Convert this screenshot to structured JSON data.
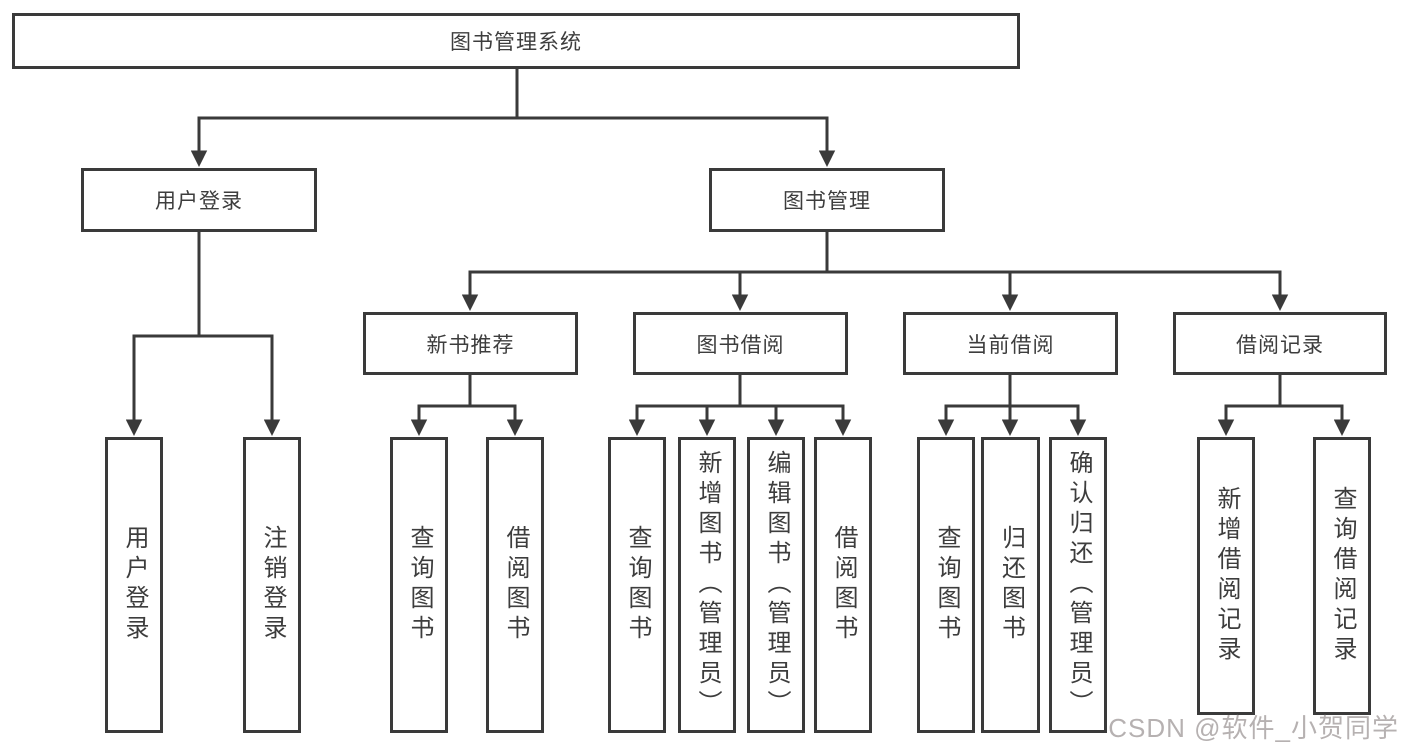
{
  "diagram_title": "图书管理系统",
  "nodes": {
    "root": {
      "label": "图书管理系统"
    },
    "user_login": {
      "label": "用户登录"
    },
    "book_mgmt": {
      "label": "图书管理"
    },
    "new_book_rec": {
      "label": "新书推荐"
    },
    "book_borrow": {
      "label": "图书借阅"
    },
    "current_borrow": {
      "label": "当前借阅"
    },
    "borrow_records": {
      "label": "借阅记录"
    },
    "leaf_user_login": {
      "label": "用户登录"
    },
    "leaf_logout": {
      "label": "注销登录"
    },
    "leaf_query_books_rec": {
      "label": "查询图书"
    },
    "leaf_borrow_books_rec": {
      "label": "借阅图书"
    },
    "leaf_query_books_borrow": {
      "label": "查询图书"
    },
    "leaf_add_books": {
      "label": "新增图书（管理员）"
    },
    "leaf_edit_books": {
      "label": "编辑图书（管理员）"
    },
    "leaf_borrow_books": {
      "label": "借阅图书"
    },
    "leaf_query_books_current": {
      "label": "查询图书"
    },
    "leaf_return_books": {
      "label": "归还图书"
    },
    "leaf_confirm_return": {
      "label": "确认归还（管理员）"
    },
    "leaf_add_borrow_record": {
      "label": "新增借阅记录"
    },
    "leaf_query_borrow_record": {
      "label": "查询借阅记录"
    }
  },
  "edges": [
    "图书管理系统→用户登录",
    "图书管理系统→图书管理",
    "用户登录→用户登录",
    "用户登录→注销登录",
    "图书管理→新书推荐",
    "图书管理→图书借阅",
    "图书管理→当前借阅",
    "图书管理→借阅记录",
    "新书推荐→查询图书",
    "新书推荐→借阅图书",
    "图书借阅→查询图书",
    "图书借阅→新增图书（管理员）",
    "图书借阅→编辑图书（管理员）",
    "图书借阅→借阅图书",
    "当前借阅→查询图书",
    "当前借阅→归还图书",
    "当前借阅→确认归还（管理员）",
    "借阅记录→新增借阅记录",
    "借阅记录→查询借阅记录"
  ],
  "watermark": "CSDN @软件_小贺同学",
  "colors": {
    "line": "#3a3a3a",
    "text": "#3d3d3d",
    "box_bg": "#ffffff",
    "watermark": "#b6b1b1"
  }
}
